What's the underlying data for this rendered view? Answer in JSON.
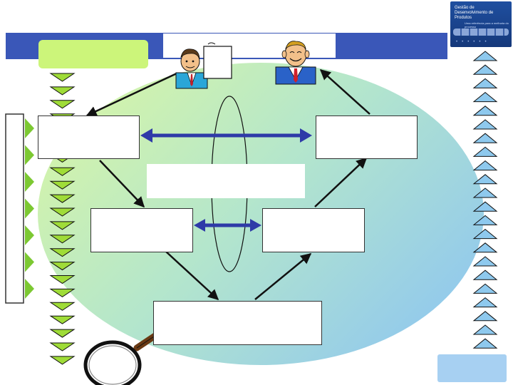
{
  "header": {
    "text": ""
  },
  "left_label": {
    "text": ""
  },
  "bottom_right_button": {
    "text": ""
  },
  "logo": {
    "line1": "Gestão de",
    "line2": "Desenvolvimento de Produtos",
    "tagline": "Uma referência para a melhoria do processo"
  },
  "boxes": {
    "top_left": "",
    "top_right": "",
    "center": "",
    "mid_left": "",
    "mid_right": "",
    "bottom": ""
  },
  "colors": {
    "header_blue": "#3a57b8",
    "header_band": "#5b7ad0",
    "left_label_green": "#ccf57a",
    "down_triangle": "#9fdc38",
    "up_triangle": "#8ec9ee",
    "side_marker": "#7cc832",
    "blob_green": "#cdf2a2",
    "blob_blue": "#8ec6f0",
    "arrow_blue": "#2e3aa8",
    "bottom_button": "#a7d0f2"
  },
  "icons": [
    "presenter-person-icon",
    "smiling-person-icon",
    "magnifying-glass-icon"
  ]
}
